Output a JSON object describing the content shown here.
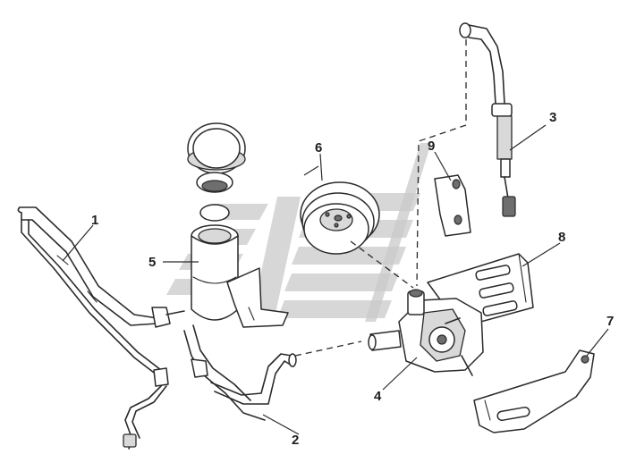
{
  "figure": {
    "callouts": [
      {
        "id": "1",
        "text": "1"
      },
      {
        "id": "2",
        "text": "2"
      },
      {
        "id": "3",
        "text": "3"
      },
      {
        "id": "4",
        "text": "4"
      },
      {
        "id": "5",
        "text": "5"
      },
      {
        "id": "6",
        "text": "6"
      },
      {
        "id": "7",
        "text": "7"
      },
      {
        "id": "8",
        "text": "8"
      },
      {
        "id": "9",
        "text": "9"
      }
    ],
    "parts": [
      {
        "id": "1",
        "icon": "return-pipe-icon"
      },
      {
        "id": "2",
        "icon": "suction-hose-icon"
      },
      {
        "id": "3",
        "icon": "pressure-hose-icon"
      },
      {
        "id": "4",
        "icon": "steering-pump-icon"
      },
      {
        "id": "5",
        "icon": "oil-reservoir-icon"
      },
      {
        "id": "6",
        "icon": "pulley-icon"
      },
      {
        "id": "7",
        "icon": "support-bracket-icon"
      },
      {
        "id": "8",
        "icon": "mounting-bracket-icon"
      },
      {
        "id": "9",
        "icon": "small-bracket-icon"
      }
    ],
    "colors": {
      "line": "#2a2a2a",
      "watermark": "#c9c9c9",
      "background": "#ffffff"
    }
  }
}
